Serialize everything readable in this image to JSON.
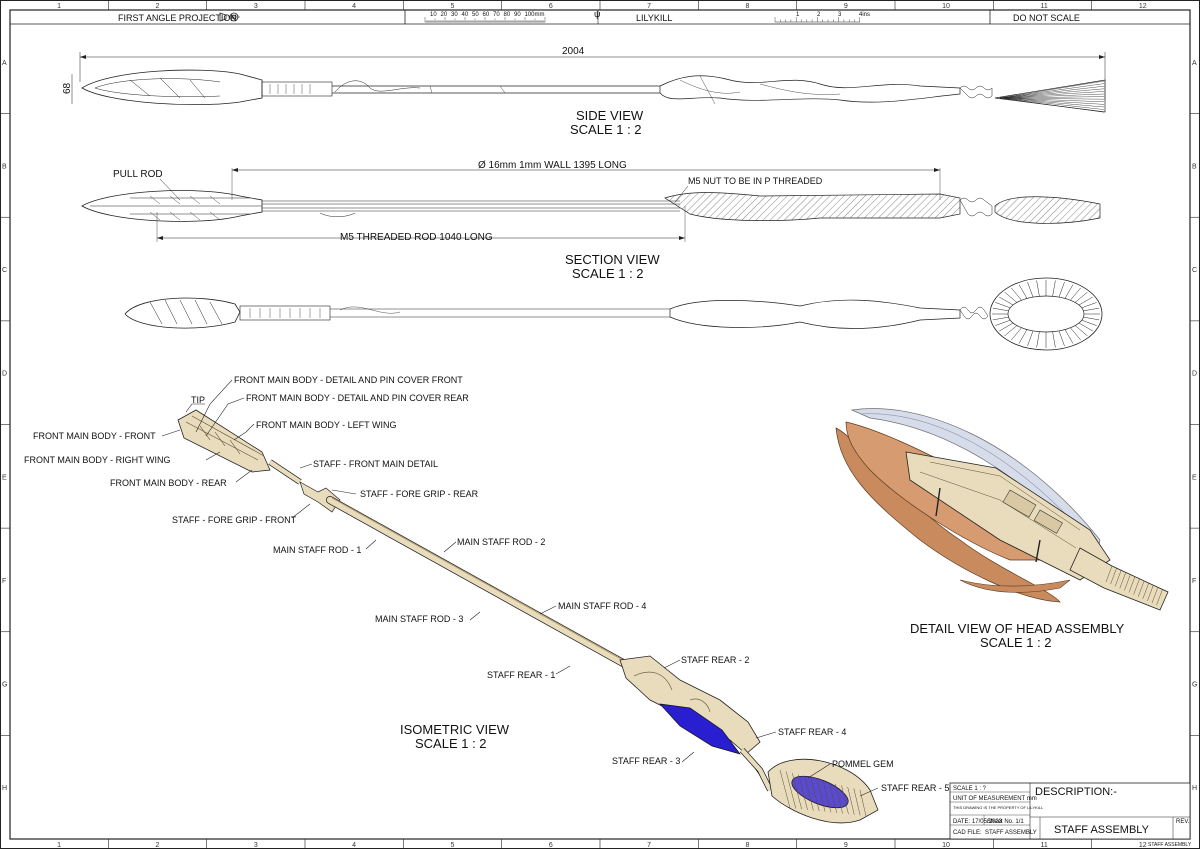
{
  "header": {
    "projection": "FIRST ANGLE PROJECTION",
    "scale_ruler_ticks": [
      "10",
      "20",
      "30",
      "40",
      "50",
      "60",
      "70",
      "80",
      "90",
      "100mm"
    ],
    "author": "LILYKILL",
    "inch_ruler_ticks": [
      "1",
      "2",
      "3",
      "4ins"
    ],
    "note": "DO NOT SCALE"
  },
  "grid": {
    "columns": [
      "1",
      "2",
      "3",
      "4",
      "5",
      "6",
      "7",
      "8",
      "9",
      "10",
      "11",
      "12"
    ],
    "rows": [
      "A",
      "B",
      "C",
      "D",
      "E",
      "F",
      "G",
      "H"
    ]
  },
  "side_view": {
    "overall_length": "2004",
    "height": "68",
    "title": "SIDE VIEW",
    "scale": "SCALE 1 : 2"
  },
  "section_view": {
    "pull_rod": "PULL ROD",
    "tube": "Ø 16mm 1mm WALL 1395 LONG",
    "nut": "M5 NUT TO BE IN P THREADED",
    "threaded_rod": "M5 THREADED ROD 1040 LONG",
    "title": "SECTION VIEW",
    "scale": "SCALE 1 : 2"
  },
  "isometric_view": {
    "title": "ISOMETRIC VIEW",
    "scale": "SCALE 1 : 2",
    "labels": {
      "tip": "TIP",
      "front_detail_front": "FRONT MAIN BODY - DETAIL AND PIN COVER FRONT",
      "front_detail_rear": "FRONT MAIN BODY - DETAIL AND PIN COVER REAR",
      "front_left_wing": "FRONT MAIN BODY - LEFT WING",
      "front_front": "FRONT MAIN BODY - FRONT",
      "front_right_wing": "FRONT MAIN BODY - RIGHT WING",
      "staff_front_detail": "STAFF - FRONT MAIN DETAIL",
      "front_rear": "FRONT MAIN BODY - REAR",
      "fore_grip_rear": "STAFF - FORE GRIP - REAR",
      "fore_grip_front": "STAFF - FORE GRIP - FRONT",
      "rod_2": "MAIN STAFF ROD - 2",
      "rod_1": "MAIN STAFF ROD - 1",
      "rod_4": "MAIN STAFF ROD - 4",
      "rod_3": "MAIN STAFF ROD - 3",
      "rear_2": "STAFF REAR - 2",
      "rear_1": "STAFF REAR - 1",
      "rear_4": "STAFF REAR - 4",
      "pommel_gem": "POMMEL GEM",
      "rear_3": "STAFF REAR - 3",
      "rear_5": "STAFF REAR - 5"
    }
  },
  "detail_view": {
    "title": "DETAIL VIEW OF HEAD ASSEMBLY",
    "scale": "SCALE 1 : 2"
  },
  "title_block": {
    "scale": "SCALE 1 : ?",
    "units": "UNIT OF MEASUREMENT mm",
    "property": "THIS DRAWING IS THE PROPERTY OF LILYKILL",
    "date": "DATE: 17/05/2023",
    "sheet": "Sheet No. 1/1",
    "cad_file": "CAD FILE:",
    "cad_name": "STAFF ASSEMBLY",
    "description_label": "DESCRIPTION:-",
    "description": "STAFF ASSEMBLY",
    "rev": "REV.",
    "footer_name": "STAFF ASSEMBLY"
  },
  "colors": {
    "line": "#1a1a1a",
    "part_fill": "#e9dcbc",
    "part_dark": "#8a7a57",
    "gem": "#2a1fd0",
    "copper": "#c98a5e",
    "glass": "#cfd6e6"
  }
}
